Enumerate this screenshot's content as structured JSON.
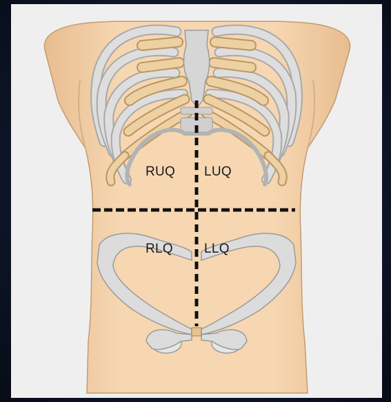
{
  "diagram": {
    "quadrant_labels": {
      "ruq": "RUQ",
      "luq": "LUQ",
      "rlq": "RLQ",
      "llq": "LLQ"
    },
    "colors": {
      "skin": "#f4d2aa",
      "skin_outline": "#c49a70",
      "bone": "#d9d9d9",
      "bone_outline": "#9a9a9a",
      "cartilage": "#e8c894",
      "dashed_line": "#111111",
      "panel_background": "#efefef"
    }
  }
}
